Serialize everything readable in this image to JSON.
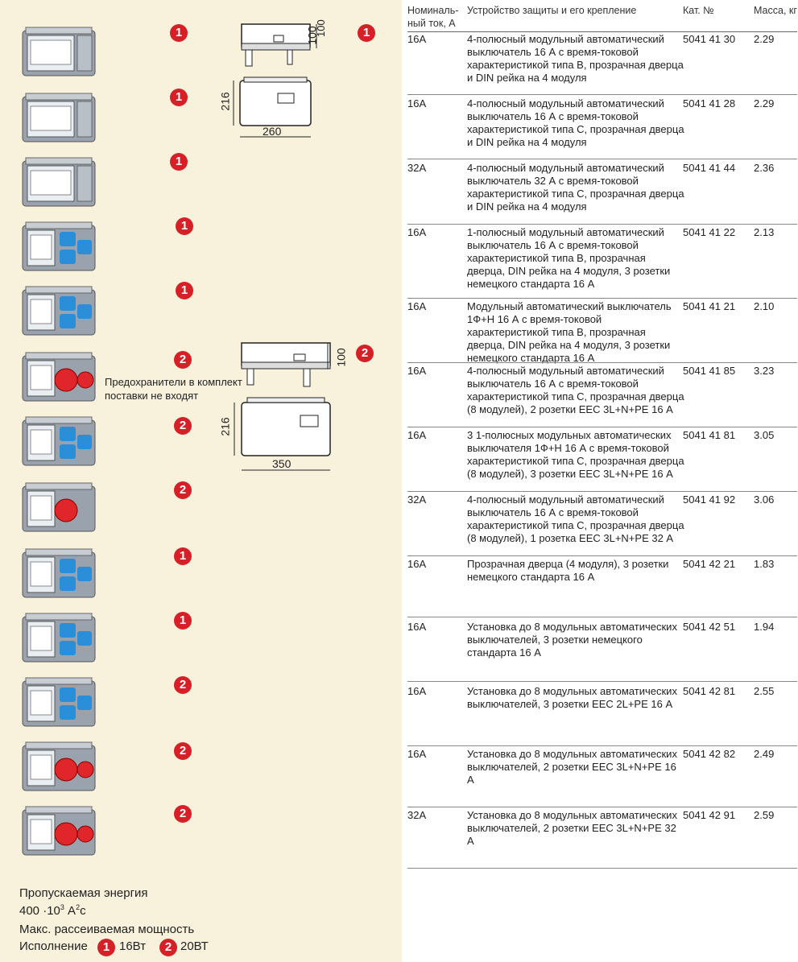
{
  "headers": {
    "current": "Номиналь-ный ток, А",
    "device": "Устройство защиты и его крепление",
    "cat": "Кат. №",
    "mass": "Масса, кг"
  },
  "rows": [
    {
      "current": "16A",
      "desc": "4-полюсный модульный автоматический выключатель 16 А с время-токовой характеристикой типа B, прозрачная дверца и DIN рейка на 4 модуля",
      "cat": "5041 41 30",
      "mass": "2.29",
      "variant": "1"
    },
    {
      "current": "16A",
      "desc": "4-полюсный модульный автоматический выключатель 16 А с время-токовой характеристикой типа C, прозрачная дверца и DIN рейка на 4 модуля",
      "cat": "5041 41 28",
      "mass": "2.29",
      "variant": "1"
    },
    {
      "current": "32A",
      "desc": "4-полюсный модульный автоматический выключатель 32 А с время-токовой характеристикой типа C, прозрачная дверца и DIN рейка на 4 модуля",
      "cat": "5041 41 44",
      "mass": "2.36",
      "variant": "1"
    },
    {
      "current": "16A",
      "desc": "1-полюсный модульный автоматический выключатель 16 А с время-токовой характеристикой типа B, прозрачная дверца, DIN рейка на 4 модуля, 3 розетки немецкого стандарта 16 А",
      "cat": "5041 41 22",
      "mass": "2.13",
      "variant": "1"
    },
    {
      "current": "16A",
      "desc": "Модульный автоматический выключатель 1Ф+Н 16 А с время-токовой характеристикой типа B, прозрачная дверца, DIN рейка на 4 модуля, 3 розетки немецкого стандарта 16 А",
      "cat": "5041 41 21",
      "mass": "2.10",
      "variant": "1"
    },
    {
      "current": "16A",
      "desc": "4-полюсный модульный автоматический выключатель 16 А с время-токовой характеристикой типа C, прозрачная дверца (8 модулей), 2 розетки ЕЕС 3L+N+PE 16 А",
      "cat": "5041 41 85",
      "mass": "3.23",
      "variant": "2"
    },
    {
      "current": "16A",
      "desc": "3 1-полюсных модульных автоматических выключателя 1Ф+Н 16 А с время-токовой характеристикой типа C, прозрачная дверца (8 модулей), 3 розетки ЕЕС 3L+N+PE 16 А",
      "cat": "5041 41 81",
      "mass": "3.05",
      "variant": "2"
    },
    {
      "current": "32A",
      "desc": "4-полюсный модульный автоматический выключатель 16 А с время-токовой характеристикой типа C, прозрачная дверца (8 модулей), 1 розетка ЕЕС 3L+N+PE 32 А",
      "cat": "5041 41 92",
      "mass": "3.06",
      "variant": "2"
    },
    {
      "current": "16A",
      "desc": "Прозрачная дверца (4 модуля), 3 розетки немецкого стандарта 16 А",
      "cat": "5041 42 21",
      "mass": "1.83",
      "variant": "1"
    },
    {
      "current": "16A",
      "desc": "Установка до 8 модульных автоматических выключателей, 3 розетки немецкого стандарта 16 А",
      "cat": "5041 42 51",
      "mass": "1.94",
      "variant": "1"
    },
    {
      "current": "16A",
      "desc": "Установка до 8 модульных автоматических выключателей, 3 розетки ЕЕС 2L+PE 16 А",
      "cat": "5041 42 81",
      "mass": "2.55",
      "variant": "2"
    },
    {
      "current": "16A",
      "desc": "Установка до 8 модульных автоматических выключателей, 2 розетки ЕЕС 3L+N+PE 16 А",
      "cat": "5041 42 82",
      "mass": "2.49",
      "variant": "2"
    },
    {
      "current": "32A",
      "desc": "Установка до 8 модульных автоматических выключателей, 2 розетки ЕЕС 3L+N+PE 32 А",
      "cat": "5041 42 91",
      "mass": "2.59",
      "variant": "2"
    }
  ],
  "drawings": {
    "top": {
      "height": "100",
      "depth": "216",
      "width": "260",
      "variant": "1"
    },
    "bottom": {
      "height": "100",
      "depth": "216",
      "width": "350",
      "variant": "2"
    }
  },
  "note": "Предохранители в комплект поставки не входят",
  "footer": {
    "energy_label": "Пропускаемая энергия",
    "energy_value": "400 ·10",
    "energy_exp": "3",
    "energy_unit_a": " А",
    "energy_exp2": "2",
    "energy_unit_b": "с",
    "power_label": "Макс. рассеиваемая мощность",
    "exec_label": "Исполнение",
    "v1": "1",
    "v1_power": "16Вт",
    "v2": "2",
    "v2_power": "20ВТ"
  },
  "colors": {
    "badge": "#d61f26",
    "panel": "#f8f1dc",
    "socket_blue": "#2a8fd8",
    "socket_red": "#e0262b"
  }
}
